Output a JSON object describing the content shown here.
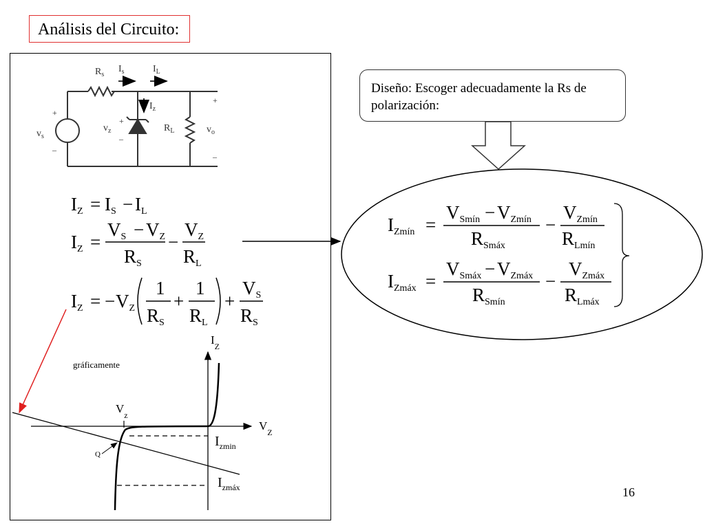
{
  "title": "Análisis del Circuito:",
  "design_note": "Diseño: Escoger adecuadamente la Rs de polarización:",
  "page_number": "16",
  "graph_caption": "gráficamente",
  "circuit": {
    "rs": "R",
    "rs_sub": "s",
    "is": "I",
    "is_sub": "s",
    "il": "I",
    "il_sub": "L",
    "iz": "I",
    "iz_sub": "z",
    "vs": "v",
    "vs_sub": "s",
    "vz": "v",
    "vz_sub": "z",
    "rl": "R",
    "rl_sub": "L",
    "vo": "v",
    "vo_sub": "o",
    "plus": "+",
    "minus": "–"
  },
  "graph": {
    "y_axis": "I",
    "y_axis_sub": "Z",
    "x_axis": "V",
    "x_axis_sub": "Z",
    "vz_label": "V",
    "vz_sub": "z",
    "q_label": "Q",
    "izmin": "I",
    "izmin_sub": "zmin",
    "izmax": "I",
    "izmax_sub": "zmáx"
  },
  "equations": {
    "I": "I",
    "Z": "Z",
    "S": "S",
    "L": "L",
    "V": "V",
    "R": "R",
    "one": "1",
    "eq": "=",
    "minus": "−",
    "plus": "+",
    "Zmin": "Zmín",
    "Zmax": "Zmáx",
    "Smin": "Smín",
    "Smax": "Smáx",
    "Lmin": "Lmín",
    "Lmax": "Lmáx"
  }
}
